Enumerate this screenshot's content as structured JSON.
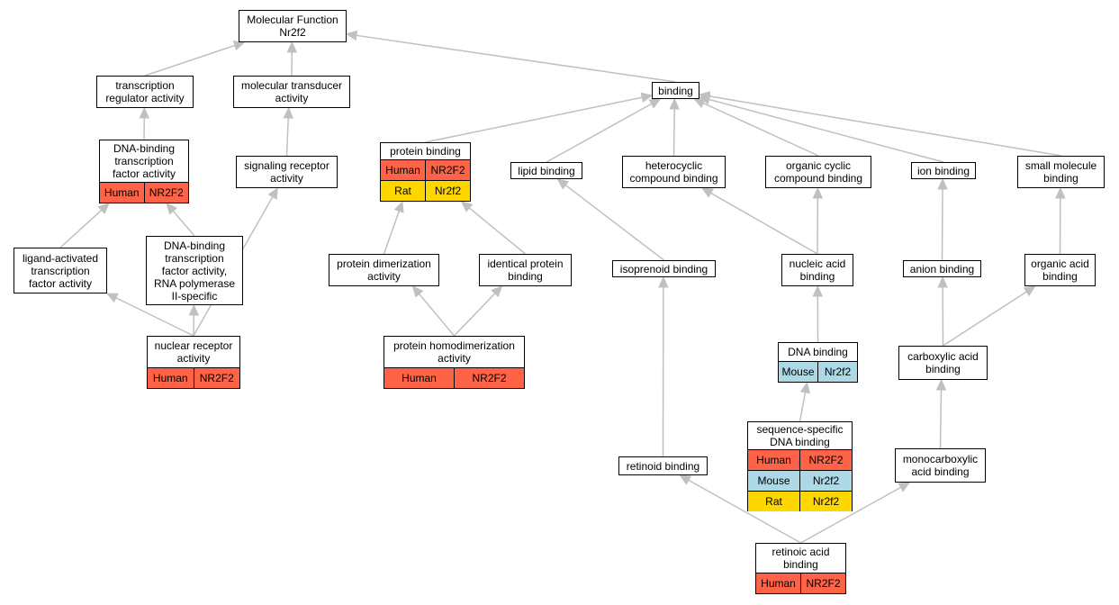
{
  "colors": {
    "human": "#ff6347",
    "mouse": "#add8e6",
    "rat": "#ffd700",
    "edge": "#c0c0c0"
  },
  "nodes": [
    {
      "id": "mf",
      "label": "Molecular Function\nNr2f2"
    },
    {
      "id": "tra",
      "label": "transcription\nregulator activity"
    },
    {
      "id": "mta",
      "label": "molecular transducer\nactivity"
    },
    {
      "id": "binding",
      "label": "binding"
    },
    {
      "id": "dbtfa",
      "label": "DNA-binding\ntranscription\nfactor activity",
      "rows": [
        {
          "species": "Human",
          "gene": "NR2F2",
          "color": "#ff6347"
        }
      ]
    },
    {
      "id": "sra",
      "label": "signaling receptor\nactivity"
    },
    {
      "id": "pb",
      "label": "protein binding",
      "rows": [
        {
          "species": "Human",
          "gene": "NR2F2",
          "color": "#ff6347"
        },
        {
          "species": "Rat",
          "gene": "Nr2f2",
          "color": "#ffd700"
        }
      ]
    },
    {
      "id": "lipid",
      "label": "lipid binding"
    },
    {
      "id": "hcb",
      "label": "heterocyclic\ncompound binding"
    },
    {
      "id": "ocb",
      "label": "organic cyclic\ncompound binding"
    },
    {
      "id": "ion",
      "label": "ion binding"
    },
    {
      "id": "smb",
      "label": "small molecule\nbinding"
    },
    {
      "id": "latfa",
      "label": "ligand-activated\ntranscription\nfactor activity"
    },
    {
      "id": "dbpol2",
      "label": "DNA-binding\ntranscription\nfactor activity,\nRNA polymerase\nII-specific"
    },
    {
      "id": "pda",
      "label": "protein dimerization\nactivity"
    },
    {
      "id": "ipb",
      "label": "identical protein\nbinding"
    },
    {
      "id": "isob",
      "label": "isoprenoid binding"
    },
    {
      "id": "nab",
      "label": "nucleic acid\nbinding"
    },
    {
      "id": "anion",
      "label": "anion binding"
    },
    {
      "id": "oab",
      "label": "organic acid\nbinding"
    },
    {
      "id": "nra",
      "label": "nuclear receptor\nactivity",
      "rows": [
        {
          "species": "Human",
          "gene": "NR2F2",
          "color": "#ff6347"
        }
      ]
    },
    {
      "id": "phda",
      "label": "protein homodimerization\nactivity",
      "rows": [
        {
          "species": "Human",
          "gene": "NR2F2",
          "color": "#ff6347"
        }
      ]
    },
    {
      "id": "dnab",
      "label": "DNA binding",
      "rows": [
        {
          "species": "Mouse",
          "gene": "Nr2f2",
          "color": "#add8e6"
        }
      ]
    },
    {
      "id": "cab",
      "label": "carboxylic acid\nbinding"
    },
    {
      "id": "ssdb",
      "label": "sequence-specific\nDNA binding",
      "rows": [
        {
          "species": "Human",
          "gene": "NR2F2",
          "color": "#ff6347"
        },
        {
          "species": "Mouse",
          "gene": "Nr2f2",
          "color": "#add8e6"
        },
        {
          "species": "Rat",
          "gene": "Nr2f2",
          "color": "#ffd700"
        }
      ]
    },
    {
      "id": "retb",
      "label": "retinoid binding"
    },
    {
      "id": "mcab",
      "label": "monocarboxylic\nacid binding"
    },
    {
      "id": "rab",
      "label": "retinoic acid\nbinding",
      "rows": [
        {
          "species": "Human",
          "gene": "NR2F2",
          "color": "#ff6347"
        }
      ]
    }
  ],
  "edges": [
    {
      "from": "tra",
      "to": "mf"
    },
    {
      "from": "mta",
      "to": "mf"
    },
    {
      "from": "binding",
      "to": "mf"
    },
    {
      "from": "dbtfa",
      "to": "tra"
    },
    {
      "from": "sra",
      "to": "mta"
    },
    {
      "from": "pb",
      "to": "binding"
    },
    {
      "from": "lipid",
      "to": "binding"
    },
    {
      "from": "hcb",
      "to": "binding"
    },
    {
      "from": "ocb",
      "to": "binding"
    },
    {
      "from": "ion",
      "to": "binding"
    },
    {
      "from": "smb",
      "to": "binding"
    },
    {
      "from": "latfa",
      "to": "dbtfa"
    },
    {
      "from": "dbpol2",
      "to": "dbtfa"
    },
    {
      "from": "nra",
      "to": "latfa"
    },
    {
      "from": "nra",
      "to": "dbpol2"
    },
    {
      "from": "nra",
      "to": "sra"
    },
    {
      "from": "pda",
      "to": "pb"
    },
    {
      "from": "ipb",
      "to": "pb"
    },
    {
      "from": "phda",
      "to": "pda"
    },
    {
      "from": "phda",
      "to": "ipb"
    },
    {
      "from": "isob",
      "to": "lipid"
    },
    {
      "from": "nab",
      "to": "hcb"
    },
    {
      "from": "nab",
      "to": "ocb"
    },
    {
      "from": "anion",
      "to": "ion"
    },
    {
      "from": "oab",
      "to": "smb"
    },
    {
      "from": "dnab",
      "to": "nab"
    },
    {
      "from": "cab",
      "to": "anion"
    },
    {
      "from": "cab",
      "to": "oab"
    },
    {
      "from": "ssdb",
      "to": "dnab"
    },
    {
      "from": "mcab",
      "to": "cab"
    },
    {
      "from": "retb",
      "to": "isob"
    },
    {
      "from": "rab",
      "to": "retb"
    },
    {
      "from": "rab",
      "to": "mcab"
    }
  ]
}
